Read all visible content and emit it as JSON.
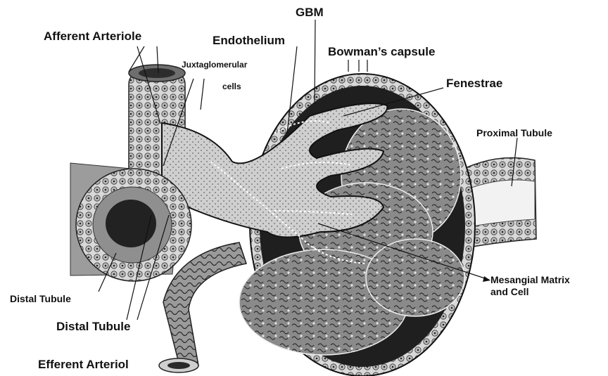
{
  "diagram": {
    "labels": {
      "gbm": "GBM",
      "afferent_arteriole": "Afferent Arteriole",
      "endothelium": "Endothelium",
      "bowmans_capsule": "Bowman’s capsule",
      "juxtaglomerular_line1": "Juxtaglomerular",
      "juxtaglomerular_line2": "cells",
      "fenestrae": "Fenestrae",
      "proximal_tubule": "Proximal Tubule",
      "mesangial_line1": "Mesangial Matrix",
      "mesangial_line2": "and Cell",
      "distal_tubule_small": "Distal Tubule",
      "distal_tubule_large": "Distal Tubule",
      "efferent_arteriole": "Efferent Arteriol"
    },
    "colors": {
      "line": "#111111",
      "dark_tissue": "#2a2a2a",
      "mid_tissue": "#8c8c8c",
      "light_tissue": "#d9d9d9"
    }
  }
}
